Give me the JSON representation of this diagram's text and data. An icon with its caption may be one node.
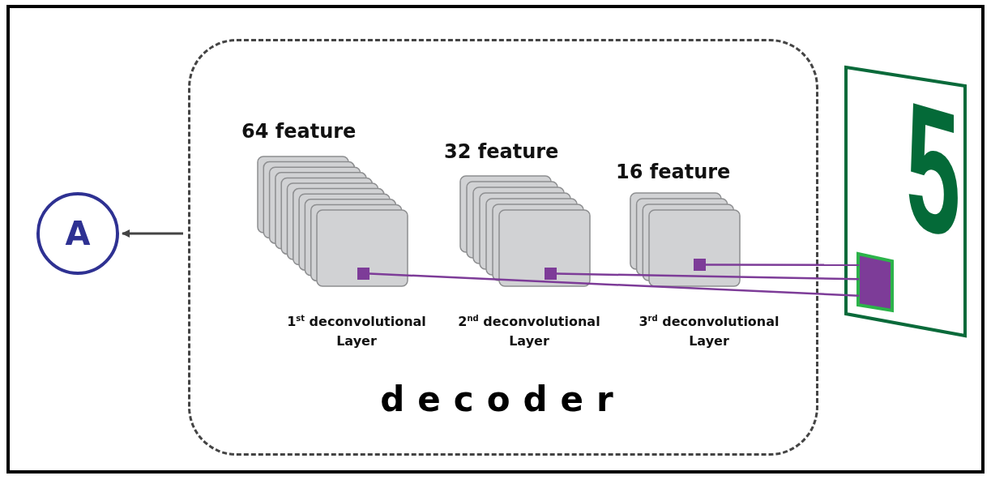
{
  "diagram": {
    "nodes": [
      {
        "text": [
          "decoder"
        ]
      },
      {
        "text": [
          "64 feature"
        ],
        "beside": [
          "1$^{st}$ deconvolutional Layer"
        ],
        "in": 0
      },
      {
        "text": [
          "32 feature"
        ],
        "beside": [
          "2$^{nd}$ deconvolutional Layer"
        ],
        "in": 0
      },
      {
        "text": [
          "16 feature"
        ],
        "beside": [
          "3$^{rd}$ deconvolutional Layer"
        ],
        "in": 0
      },
      {
        "text": [],
        "shape": "box",
        "in": 1
      },
      {
        "text": [],
        "shape": "box",
        "in": 2
      },
      {
        "text": [],
        "shape": "box",
        "in": 3
      },
      {
        "text": [
          "5"
        ]
      },
      {
        "text": [],
        "shape": "box",
        "in": 7
      },
      {
        "text": [
          "A"
        ]
      }
    ],
    "edges": [
      {
        "from": 4,
        "to": 8,
        "arrow": "none"
      },
      {
        "from": 5,
        "to": 8,
        "arrow": "none"
      },
      {
        "from": 6,
        "to": 8,
        "arrow": "none"
      },
      {
        "from": 0,
        "to": 9,
        "arrow": "to",
        "color": "#444444"
      }
    ]
  }
}
